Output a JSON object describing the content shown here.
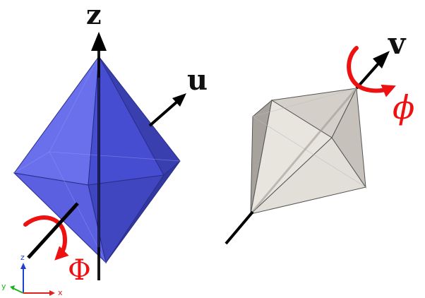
{
  "left_figure": {
    "axis_z_label": "z",
    "axis_u_label": "u",
    "rotation_label": "Φ",
    "body_color": "#5055d8"
  },
  "right_figure": {
    "axis_v_label": "v",
    "rotation_label": "ϕ",
    "body_color": "#dedad4"
  },
  "triad": {
    "x_label": "x",
    "y_label": "y",
    "z_label": "z",
    "x_color": "#e02020",
    "y_color": "#20b020",
    "z_color": "#2040d0"
  },
  "arrow_color": "#ee1111"
}
